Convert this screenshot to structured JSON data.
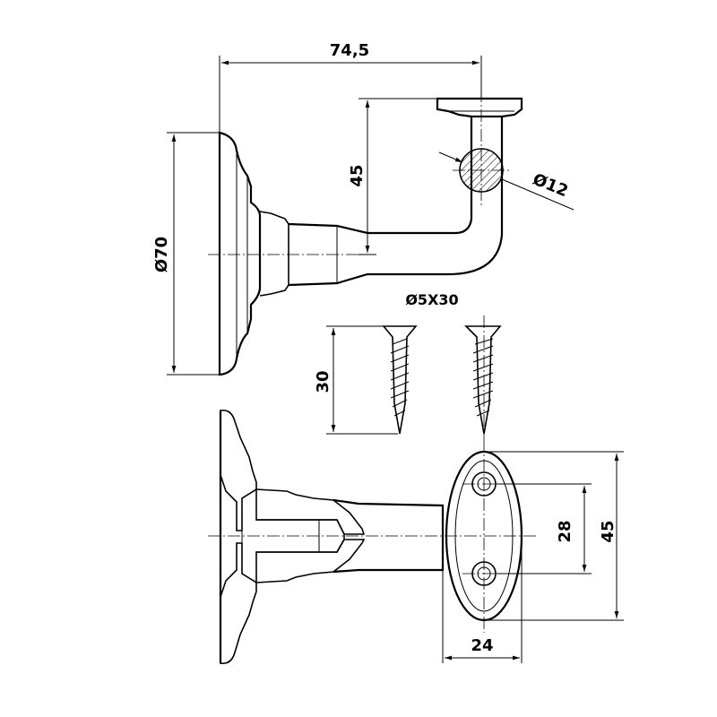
{
  "drawing": {
    "dimensions": {
      "top_length": "74,5",
      "arm_height": "45",
      "rod_diameter": "Ø12",
      "base_diameter": "Ø70",
      "screw_spec": "Ø5X30",
      "screw_length": "30",
      "hole_spacing": "28",
      "plate_height": "45",
      "plate_width": "24"
    }
  }
}
